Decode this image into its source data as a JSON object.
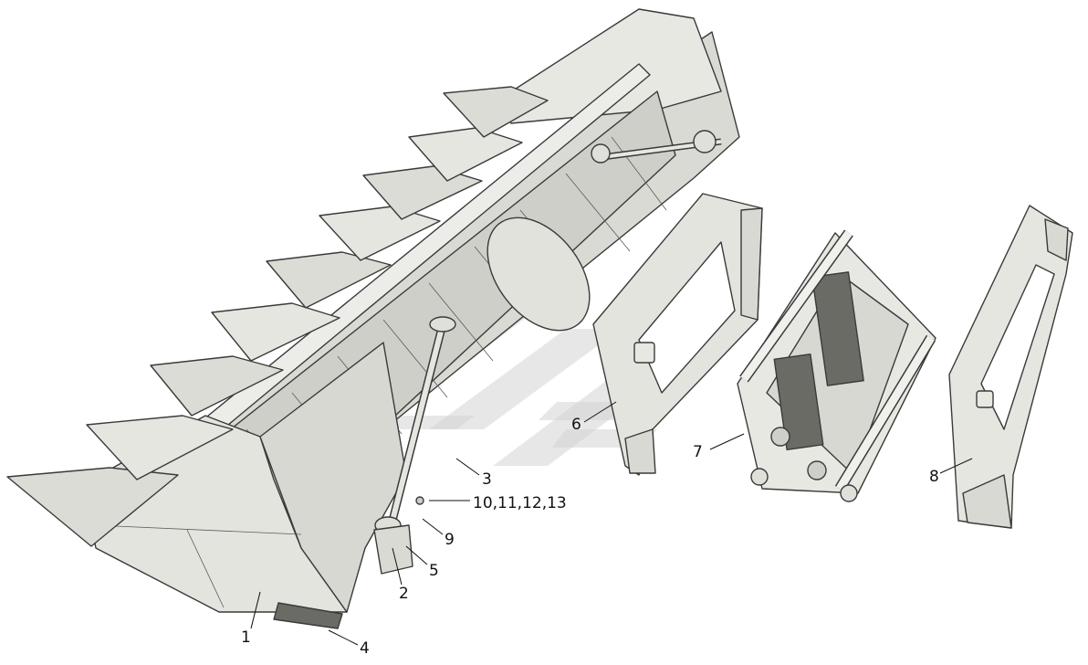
{
  "diagram": {
    "colors": {
      "body_light": "#e6e6e2",
      "body_mid": "#d2d2cc",
      "body_dark": "#b8b8b1",
      "dark_plate": "#6b6b66",
      "outline": "#3a3a3a",
      "watermark": "#d4d4d4"
    },
    "callouts": [
      {
        "id": "c1",
        "text": "1"
      },
      {
        "id": "c2",
        "text": "2"
      },
      {
        "id": "c3",
        "text": "3"
      },
      {
        "id": "c4",
        "text": "4"
      },
      {
        "id": "c5",
        "text": "5"
      },
      {
        "id": "c6",
        "text": "6"
      },
      {
        "id": "c7",
        "text": "7"
      },
      {
        "id": "c8",
        "text": "8"
      },
      {
        "id": "c9",
        "text": "9"
      },
      {
        "id": "c10",
        "text": "10,11,12,13"
      }
    ]
  }
}
